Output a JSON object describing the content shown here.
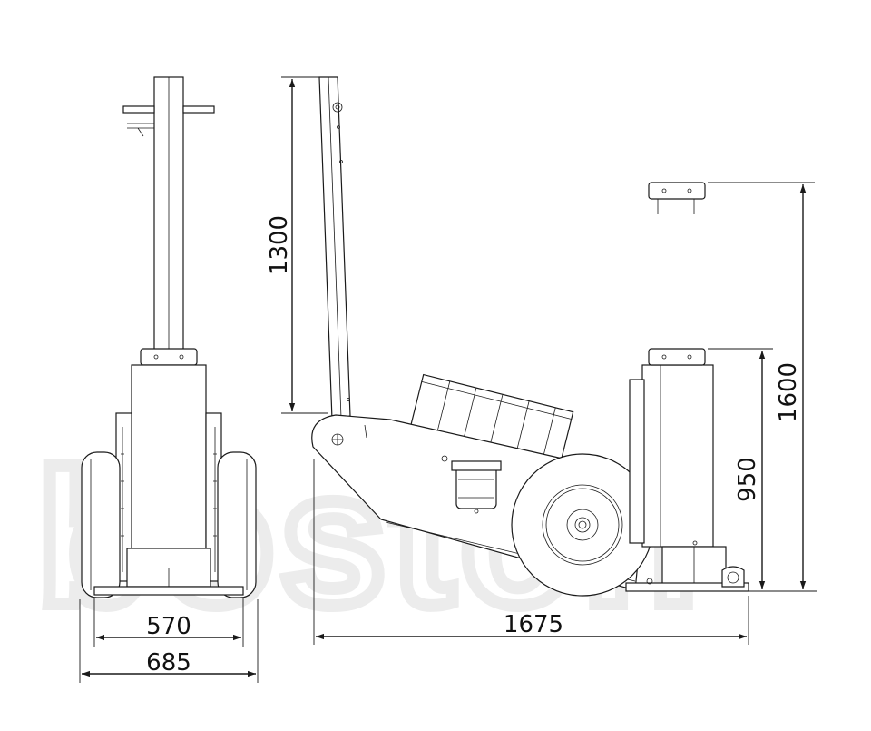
{
  "watermark": "boston",
  "dimensions": {
    "width_inner": "570",
    "width_outer": "685",
    "length": "1675",
    "stroke": "1300",
    "height_min": "950",
    "height_max": "1600"
  }
}
